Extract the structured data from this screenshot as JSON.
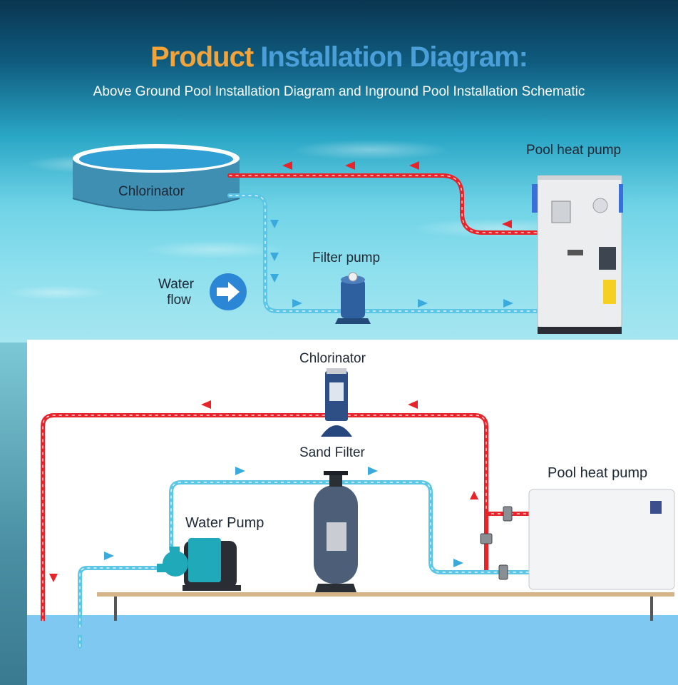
{
  "title": {
    "part1": "Product",
    "part2": "Installation Diagram",
    "part3": ":"
  },
  "subtitle": "Above Ground Pool Installation Diagram and Inground Pool Installation Schematic",
  "top": {
    "chlorinator_label": "Chlorinator",
    "heat_pump_label": "Pool heat pump",
    "filter_pump_label": "Filter pump",
    "water_flow_label_line1": "Water",
    "water_flow_label_line2": "flow"
  },
  "bottom": {
    "chlorinator_label": "Chlorinator",
    "sand_filter_label": "Sand Filter",
    "heat_pump_label": "Pool heat pump",
    "water_pump_label": "Water Pump"
  },
  "colors": {
    "hot_pipe": "#e8232a",
    "cold_pipe": "#5cc6e6",
    "title_accent": "#f2a43a",
    "title_blue": "#4a9fd8",
    "water": "#7ec8f2"
  }
}
